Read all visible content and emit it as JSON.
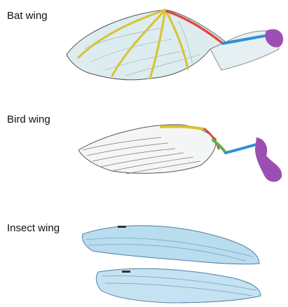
{
  "labels": {
    "bat": "Bat wing",
    "bird": "Bird wing",
    "insect": "Insect wing"
  },
  "colors": {
    "membrane": "#dcecef",
    "digit_bone": "#d9c233",
    "humerus": "#e04a3c",
    "radius_ulna": "#2f8fd4",
    "shoulder": "#9b4fb3",
    "wrist_green": "#58b44a",
    "insect_fill": "#b9dcef",
    "outline": "#555555"
  }
}
